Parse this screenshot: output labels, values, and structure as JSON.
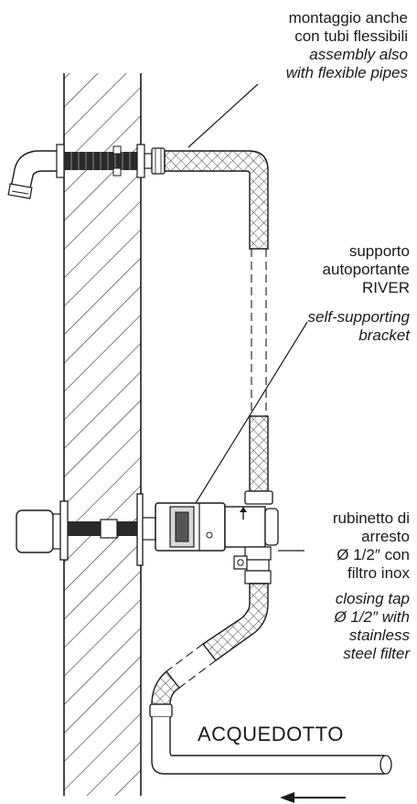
{
  "labels": {
    "flexible_pipes": {
      "it_line1": "montaggio anche",
      "it_line2": "con tubi flessibili",
      "en_line1": "assembly also",
      "en_line2": "with flexible pipes"
    },
    "bracket": {
      "it_line1": "supporto",
      "it_line2": "autoportante",
      "it_line3": "RIVER",
      "en_line1": "self-supporting",
      "en_line2": "bracket"
    },
    "closing_tap": {
      "it_line1": "rubinetto di",
      "it_line2": "arresto",
      "it_line3": "Ø 1/2″ con",
      "it_line4": "filtro inox",
      "en_line1": "closing tap",
      "en_line2": "Ø 1/2″ with",
      "en_line3": "stainless",
      "en_line4": "steel filter"
    },
    "water_supply": "ACQUEDOTTO"
  },
  "colors": {
    "line": "#1a1a1a",
    "hatch": "#2a2a2a",
    "fill": "#ffffff",
    "dark": "#222222"
  }
}
